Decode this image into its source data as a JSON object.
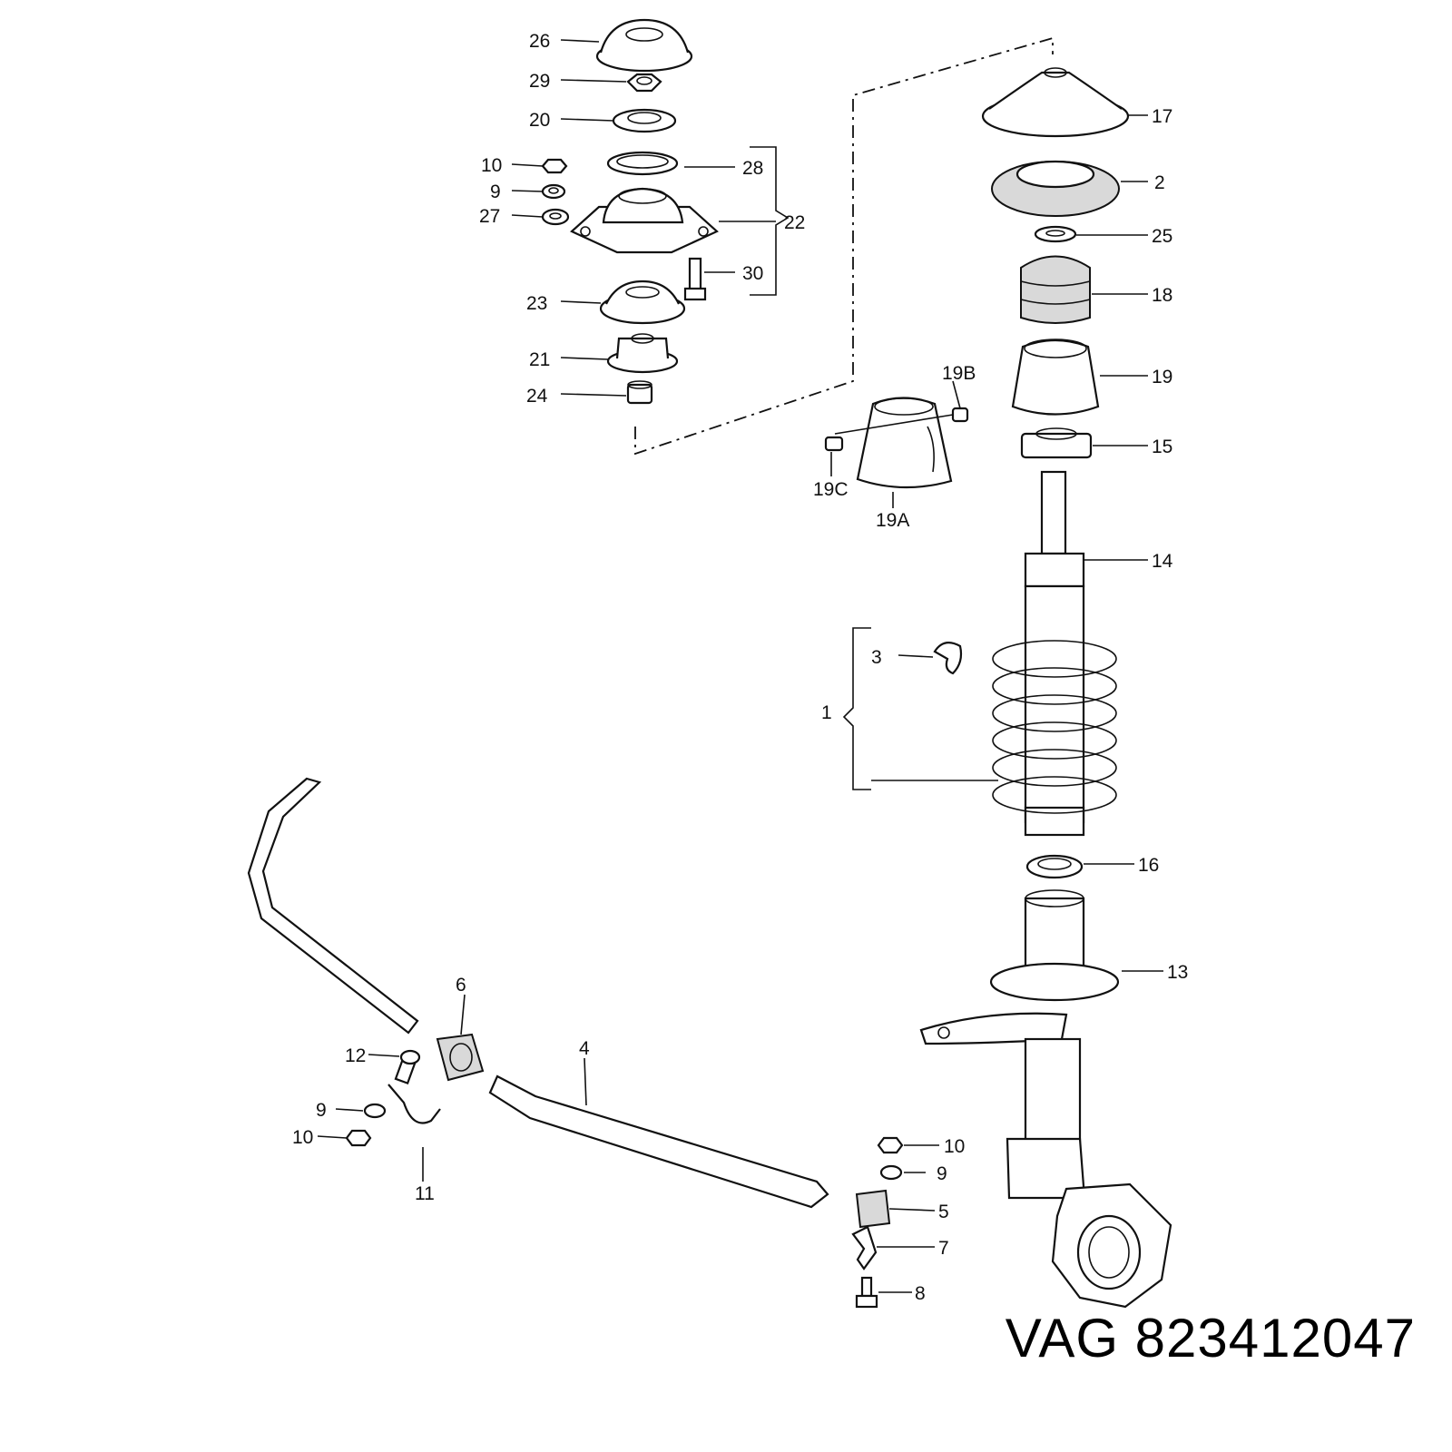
{
  "caption": "VAG 823412047",
  "labels": {
    "26": "26",
    "29": "29",
    "20": "20",
    "10a": "10",
    "9a": "9",
    "27": "27",
    "28": "28",
    "22": "22",
    "30": "30",
    "23": "23",
    "21": "21",
    "24": "24",
    "17": "17",
    "2": "2",
    "25": "25",
    "18": "18",
    "19": "19",
    "19B": "19B",
    "19C": "19C",
    "19A": "19A",
    "15": "15",
    "14": "14",
    "3": "3",
    "1": "1",
    "16": "16",
    "13": "13",
    "6": "6",
    "4": "4",
    "12": "12",
    "9b": "9",
    "10b": "10",
    "11": "11",
    "10c": "10",
    "9c": "9",
    "5": "5",
    "7": "7",
    "8": "8"
  }
}
